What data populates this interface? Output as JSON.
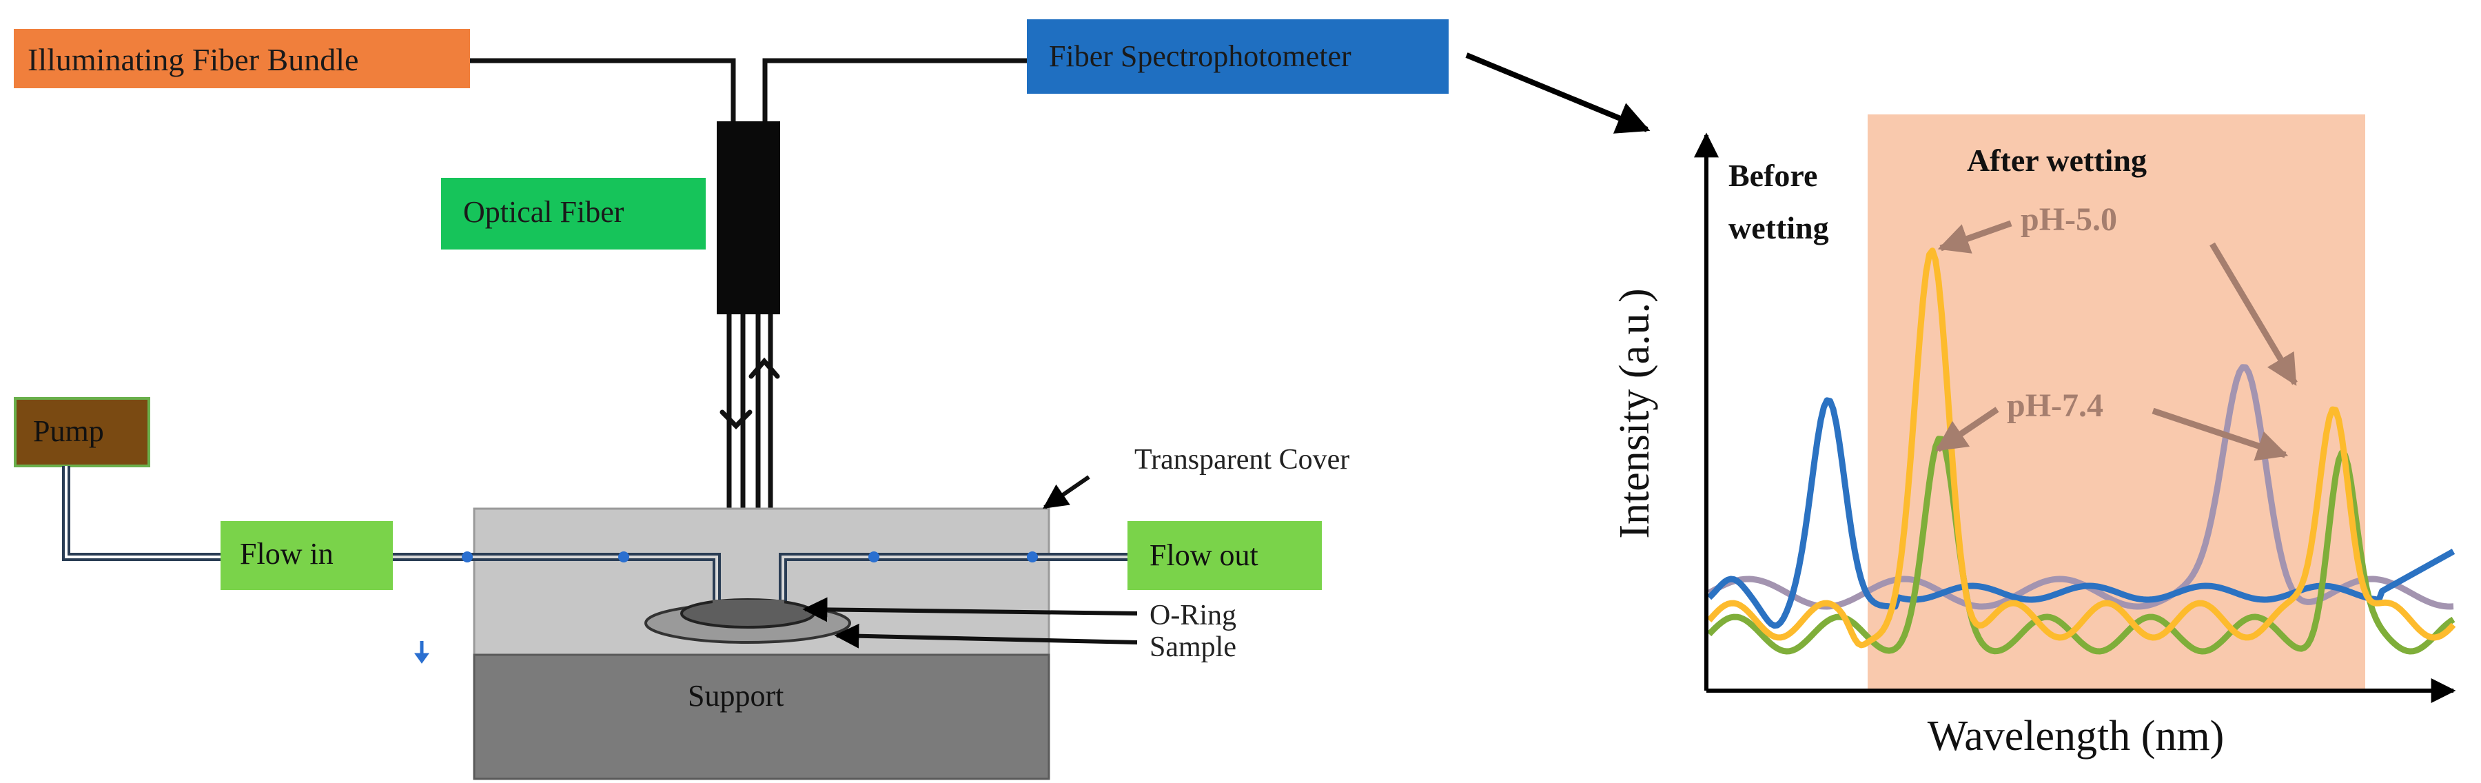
{
  "boxes": {
    "illuminating": {
      "label": "Illuminating Fiber Bundle",
      "color": "#f07f3c"
    },
    "spectro": {
      "label": "Fiber Spectrophotometer",
      "color": "#1f6fc1"
    },
    "optical": {
      "label": "Optical Fiber",
      "color": "#16c45a"
    },
    "pump": {
      "label": "Pump",
      "color": "#7a4a12",
      "border": "#6ab04c"
    },
    "flow_in": {
      "label": "Flow in",
      "color": "#7ad34a"
    },
    "flow_out": {
      "label": "Flow out",
      "color": "#7ad34a"
    }
  },
  "labels": {
    "transparent_cover": "Transparent Cover",
    "o_ring": "O-Ring",
    "sample": "Sample",
    "support": "Support"
  },
  "chart": {
    "ylabel": "Intensity (a.u.)",
    "xlabel": "Wavelength (nm)",
    "before_wetting_line1": "Before",
    "before_wetting_line2": "wetting",
    "after_wetting": "After wetting",
    "ph50": "pH-5.0",
    "ph74": "pH-7.4",
    "highlight_color": "#f9c9ad",
    "annotation_color": "#a57e6e",
    "series_colors": {
      "before": "#2b72c2",
      "ph50": "#fdbb2d",
      "ph74": "#7fae3a",
      "purple": "#a394b0"
    }
  }
}
